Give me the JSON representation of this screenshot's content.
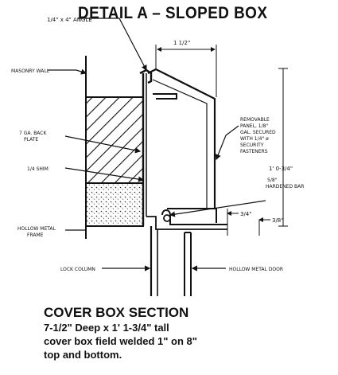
{
  "title": "DETAIL A – SLOPED BOX",
  "labels": {
    "angle": "1/4\" x 4\" ANGLE",
    "masonry_wall": "MASONRY WALL",
    "dim_top": "1 1/2\"",
    "back_plate_1": "7 GA. BACK",
    "back_plate_2": "PLATE",
    "shim": "1/4 SHIM",
    "panel_1": "REMOVABLE",
    "panel_2": "PANEL, 1/8\"",
    "panel_3": "GAL. SECURED",
    "panel_4": "WITH 1/4\" ø",
    "panel_5": "SECURITY",
    "panel_6": "FASTENERS",
    "dim_height": "1' 0-3/4\"",
    "bar_1": "5/8\"",
    "bar_2": "HARDENED BAR",
    "dim_quarter": "3/4\"",
    "dim_three_eighths": "3/8\"",
    "frame_1": "HOLLOW METAL",
    "frame_2": "FRAME",
    "lock_column": "LOCK COLUMN",
    "door": "HOLLOW METAL DOOR"
  },
  "caption": {
    "heading": "COVER BOX SECTION",
    "lines": [
      "7-1/2\" Deep x 1' 1-3/4\" tall",
      "cover box field welded 1\" on 8\"",
      "top and bottom."
    ]
  }
}
